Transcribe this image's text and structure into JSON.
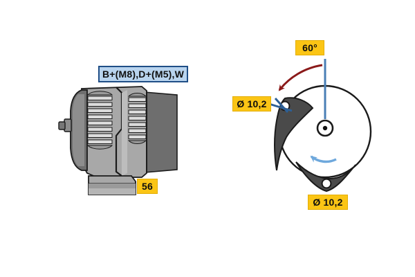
{
  "drawing": {
    "title": "Alternator dimensional drawing",
    "background_color": "#ffffff",
    "views": [
      {
        "id": "side-view",
        "name": "Alternator side view",
        "description": "Left-hand side elevation of alternator showing ventilation slots, housing sections and mounting foot"
      },
      {
        "id": "front-view",
        "name": "Alternator front view",
        "description": "Right-hand front elevation showing drive end circle, centre shaft, mounting lugs and rotation direction"
      }
    ]
  },
  "labels": {
    "terminals": {
      "text": "B+(M8),D+(M5),W",
      "fill": "#b9d4ee",
      "border": "#1f4e86"
    },
    "terminal_56": {
      "text": "56",
      "fill": "#fbc515",
      "border": "#e3ae07"
    },
    "angle": {
      "text": "60°",
      "fill": "#fbc515",
      "border": "#e3ae07"
    },
    "diameter_top": {
      "text": "Ø 10,2",
      "fill": "#fbc515",
      "border": "#e3ae07"
    },
    "diameter_bottom": {
      "text": "Ø 10,2",
      "fill": "#fbc515",
      "border": "#e3ae07"
    }
  },
  "annotations": {
    "angle_arc_color": "#8b1a1a",
    "leader_line_color": "#2c5f96",
    "rotation_arrow_color": "#6ea8dc",
    "centre_line_color": "#4a7fb5",
    "outline_color": "#1a1a1a"
  },
  "palette": {
    "body_light": "#b3b3b3",
    "body_mid": "#9a9a9a",
    "body_dark": "#6e6e6e",
    "body_darker": "#585858",
    "slot_light": "#d5d5d5",
    "slot_shadow": "#7a7a7a",
    "lug_fill": "#4a4a4a",
    "white": "#ffffff"
  }
}
